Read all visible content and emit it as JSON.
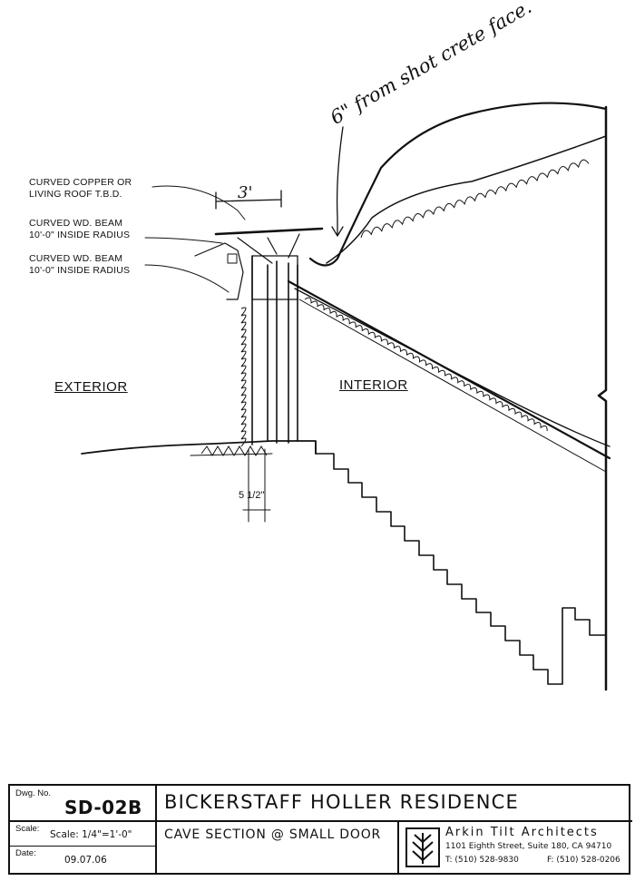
{
  "notes": {
    "roof": [
      "CURVED COPPER OR",
      "LIVING ROOF T.B.D."
    ],
    "beam1": [
      "CURVED WD. BEAM",
      "10'-0\" INSIDE RADIUS"
    ],
    "beam2": [
      "CURVED WD. BEAM",
      "10'-0\" INSIDE RADIUS"
    ]
  },
  "labels": {
    "exterior": "EXTERIOR",
    "interior": "INTERIOR"
  },
  "handwritten": {
    "shotcrete": "6\" from shot crete face.",
    "dim_width": "3'"
  },
  "dimensions": {
    "wall": "5 1/2\""
  },
  "title_block": {
    "dwg_no_label": "Dwg. No.",
    "dwg_no": "SD-02B",
    "project": "BICKERSTAFF HOLLER RESIDENCE",
    "scale_label": "Scale:",
    "scale": "Scale: 1/4\"=1'-0\"",
    "sheet_title": "CAVE SECTION @ SMALL DOOR",
    "date_label": "Date:",
    "date": "09.07.06",
    "firm": "Arkin Tilt Architects",
    "address": "1101 Eighth Street, Suite 180, CA 94710",
    "phone": "T: (510) 528-9830",
    "fax": "F: (510) 528-0206"
  }
}
